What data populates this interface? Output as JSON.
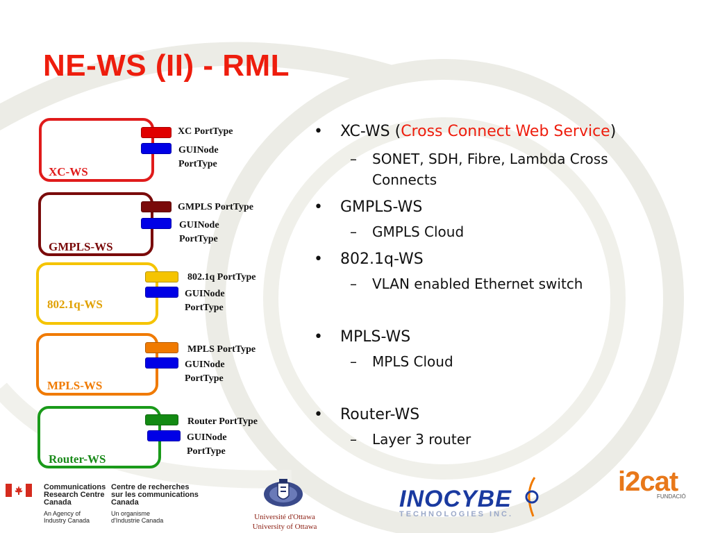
{
  "title": "NE-WS (II) - RML",
  "diagram": {
    "blocks": [
      {
        "name": "XC-WS",
        "color": "#e01b1b",
        "label_color": "#e01b1b",
        "ports": [
          {
            "label": "XC PortType",
            "color": "#e00000"
          },
          {
            "label": "GUINode PortType",
            "label_l1": "GUINode",
            "label_l2": "PortType",
            "color": "#0000e6"
          }
        ]
      },
      {
        "name": "GMPLS-WS",
        "color": "#7a0a0a",
        "label_color": "#7a0a0a",
        "ports": [
          {
            "label": "GMPLS PortType",
            "color": "#7a0a0a"
          },
          {
            "label": "GUINode PortType",
            "label_l1": "GUINode",
            "label_l2": "PortType",
            "color": "#0000e6"
          }
        ]
      },
      {
        "name": "802.1q-WS",
        "color": "#f5c400",
        "label_color": "#e0a000",
        "ports": [
          {
            "label": "802.1q PortType",
            "color": "#f5c400"
          },
          {
            "label": "GUINode PortType",
            "label_l1": "GUINode",
            "label_l2": "PortType",
            "color": "#0000e6"
          }
        ]
      },
      {
        "name": "MPLS-WS",
        "color": "#f07a00",
        "label_color": "#f07a00",
        "ports": [
          {
            "label": "MPLS PortType",
            "color": "#f07a00"
          },
          {
            "label": "GUINode PortType",
            "label_l1": "GUINode",
            "label_l2": "PortType",
            "color": "#0000e6"
          }
        ]
      },
      {
        "name": "Router-WS",
        "color": "#1a9a1a",
        "label_color": "#1a8a1a",
        "ports": [
          {
            "label": "Router PortType",
            "color": "#138a13"
          },
          {
            "label": "GUINode PortType",
            "label_l1": "GUINode",
            "label_l2": "PortType",
            "color": "#0000e6"
          }
        ]
      }
    ]
  },
  "bullets": [
    {
      "text_prefix": "XC-WS (",
      "text_highlight": "Cross Connect Web Service",
      "text_suffix": ")",
      "sub": [
        "SONET, SDH, Fibre, Lambda Cross Connects"
      ]
    },
    {
      "text": "GMPLS-WS",
      "sub": [
        "GMPLS Cloud"
      ]
    },
    {
      "text": "802.1q-WS",
      "sub": [
        "VLAN enabled Ethernet switch"
      ]
    },
    {
      "text": "MPLS-WS",
      "sub": [
        "MPLS Cloud"
      ]
    },
    {
      "text": "Router-WS",
      "sub": [
        "Layer 3 router"
      ]
    }
  ],
  "footer": {
    "crc_en": [
      "Communications",
      "Research Centre",
      "Canada"
    ],
    "crc_fr": [
      "Centre de recherches",
      "sur les communications",
      "Canada"
    ],
    "agency_en": [
      "An Agency of",
      "Industry Canada"
    ],
    "agency_fr": [
      "Un organisme",
      "d'Industrie Canada"
    ],
    "uottawa_fr": "Université d'Ottawa",
    "uottawa_en": "University of Ottawa",
    "incybe_name": "INOCYBE",
    "incybe_sub": "TECHNOLOGIES INC.",
    "i2cat_name": "i2cat",
    "i2cat_sub": "FUNDACIÓ"
  },
  "colors": {
    "title": "#ee1d0d",
    "highlight": "#ee1d0d",
    "background_arcs": "#e9e9e2"
  }
}
